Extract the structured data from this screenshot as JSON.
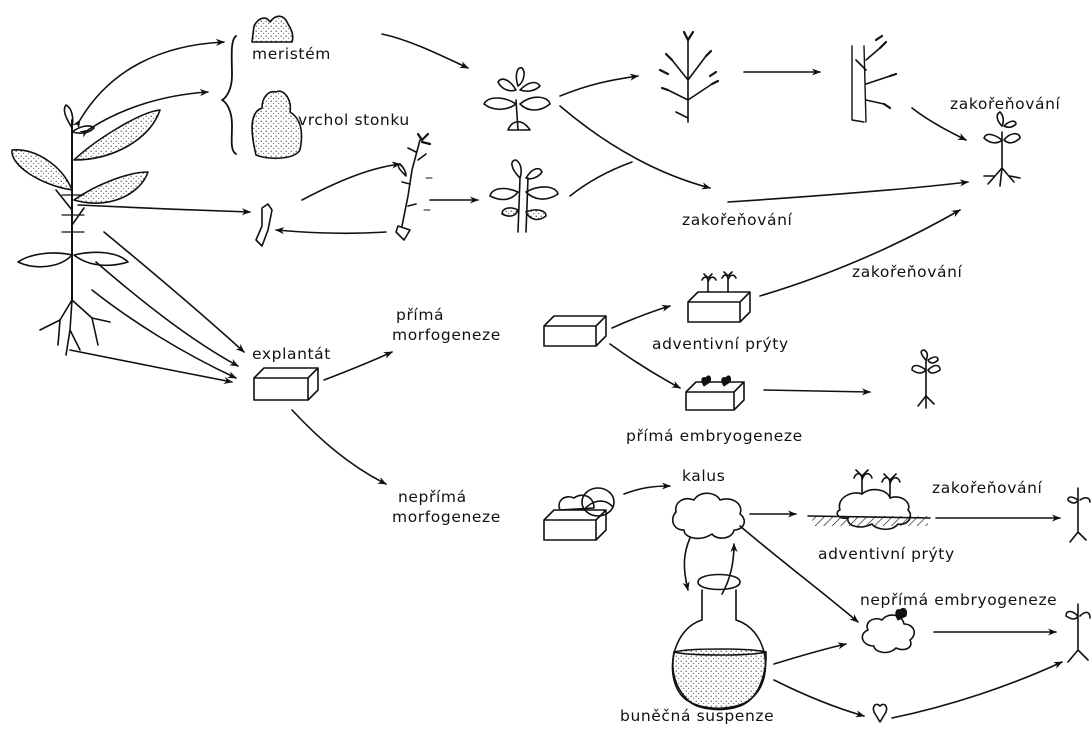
{
  "labels": {
    "meristem": "meristém",
    "vrchol_stonku": "vrchol stonku",
    "zakorenovani_1": "zakořeňování",
    "zakorenovani_2": "zakořeňování",
    "zakorenovani_3": "zakořeňování",
    "zakorenovani_4": "zakořeňování",
    "explantat": "explantát",
    "prima_morfogeneze_1": "přímá",
    "prima_morfogeneze_2": "morfogeneze",
    "adventivni_pryty_1": "adventivní prýty",
    "prima_embryogeneze": "přímá embryogeneze",
    "neprima_morfogeneze_1": "nepřímá",
    "neprima_morfogeneze_2": "morfogeneze",
    "kalus": "kalus",
    "adventivni_pryty_2": "adventivní prýty",
    "neprima_embryogeneze": "nepřímá embryogeneze",
    "bunecna_suspenze": "buněčná suspenze"
  },
  "colors": {
    "ink": "#111111",
    "background": "#ffffff"
  }
}
